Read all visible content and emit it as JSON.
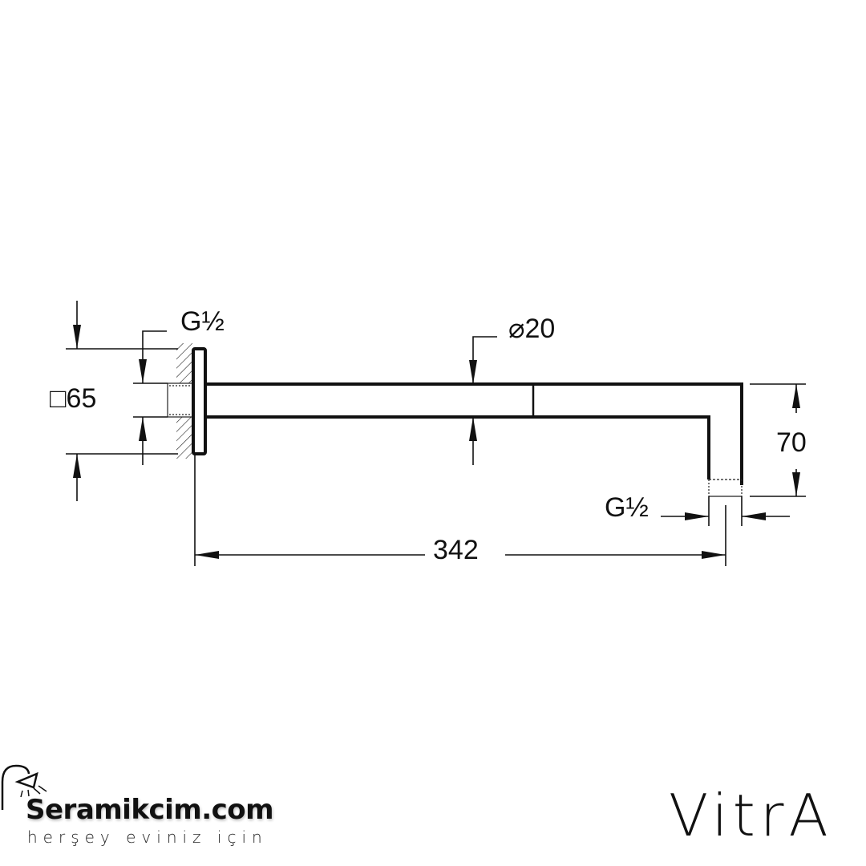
{
  "drawing": {
    "labels": {
      "square_size": "□65",
      "thread_inlet": "G½",
      "diameter": "⌀20",
      "drop_height": "70",
      "thread_outlet": "G½",
      "length": "342"
    }
  },
  "branding": {
    "retailer_name": "Seramikcim.com",
    "retailer_slogan": "herşey eviniz için",
    "manufacturer_logo": "VitrA",
    "retailer_icon": "shower-head-icon"
  }
}
